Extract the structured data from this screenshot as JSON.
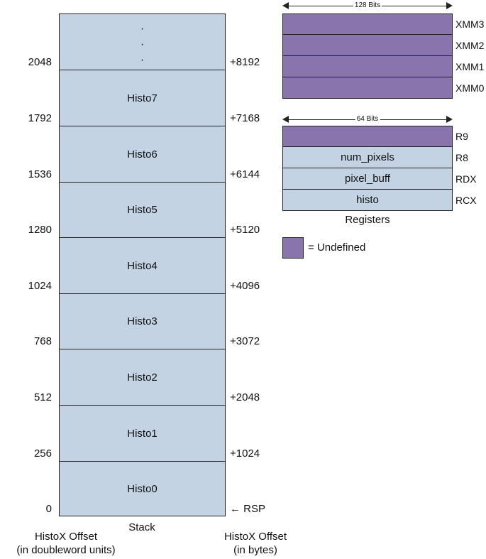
{
  "stack": {
    "caption": "Stack",
    "dots": "·\n·\n·",
    "cells": [
      "Histo7",
      "Histo6",
      "Histo5",
      "Histo4",
      "Histo3",
      "Histo2",
      "Histo1",
      "Histo0"
    ]
  },
  "left_offsets": [
    "2048",
    "1792",
    "1536",
    "1280",
    "1024",
    "768",
    "512",
    "256",
    "0"
  ],
  "right_offsets": [
    "+8192",
    "+7168",
    "+6144",
    "+5120",
    "+4096",
    "+3072",
    "+2048",
    "+1024",
    "← RSP"
  ],
  "left_caption": "HistoX Offset\n(in doubleword units)",
  "right_caption": "HistoX Offset\n(in bytes)",
  "xmm": {
    "width_label": "128 Bits",
    "names": [
      "XMM3",
      "XMM2",
      "XMM1",
      "XMM0"
    ]
  },
  "gpr": {
    "width_label": "64 Bits",
    "rows": [
      {
        "content": "",
        "name": "R9"
      },
      {
        "content": "num_pixels",
        "name": "R8"
      },
      {
        "content": "pixel_buff",
        "name": "RDX"
      },
      {
        "content": "histo",
        "name": "RCX"
      }
    ]
  },
  "registers_caption": "Registers",
  "legend": {
    "label": "= Undefined"
  },
  "colors": {
    "undefined": "#8a74ad",
    "defined": "#c3d3e4",
    "line": "#222222"
  }
}
